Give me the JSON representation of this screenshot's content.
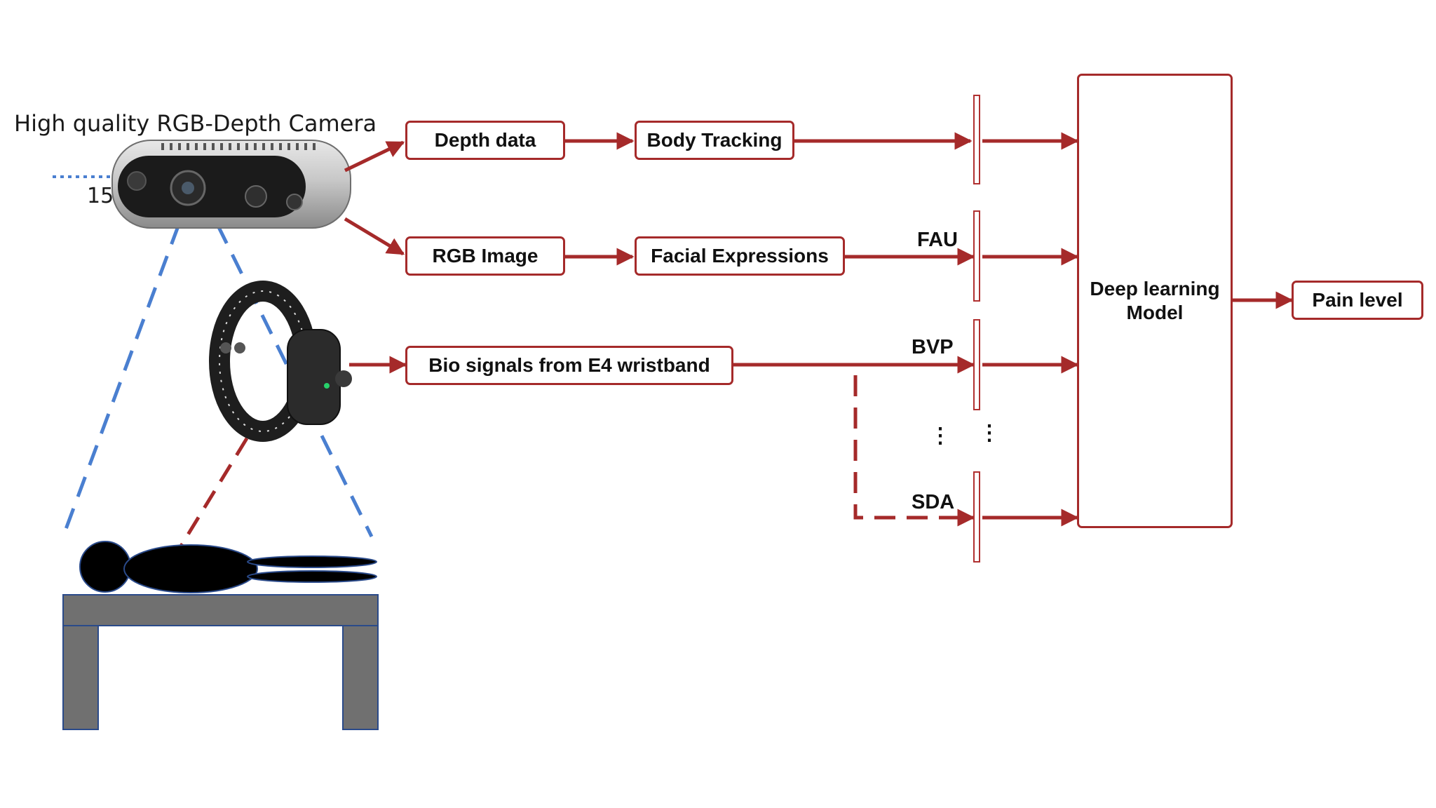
{
  "camera": {
    "title": "High quality RGB-Depth Camera",
    "angle_label": "15"
  },
  "nodes": {
    "depth_data": "Depth data",
    "body_tracking": "Body Tracking",
    "rgb_image": "RGB Image",
    "facial_expressions": "Facial Expressions",
    "bio_signals": "Bio signals from E4 wristband",
    "deep_learning_model": "Deep learning\nModel",
    "pain_level": "Pain level"
  },
  "signals": {
    "fau": "FAU",
    "bvp": "BVP",
    "sda": "SDA",
    "ellipsis": "⋮"
  },
  "colors": {
    "arrow": "#a52a2a",
    "dashed_sight": "#4a7fd0",
    "bed": "#707070",
    "silhouette": "#000000"
  }
}
